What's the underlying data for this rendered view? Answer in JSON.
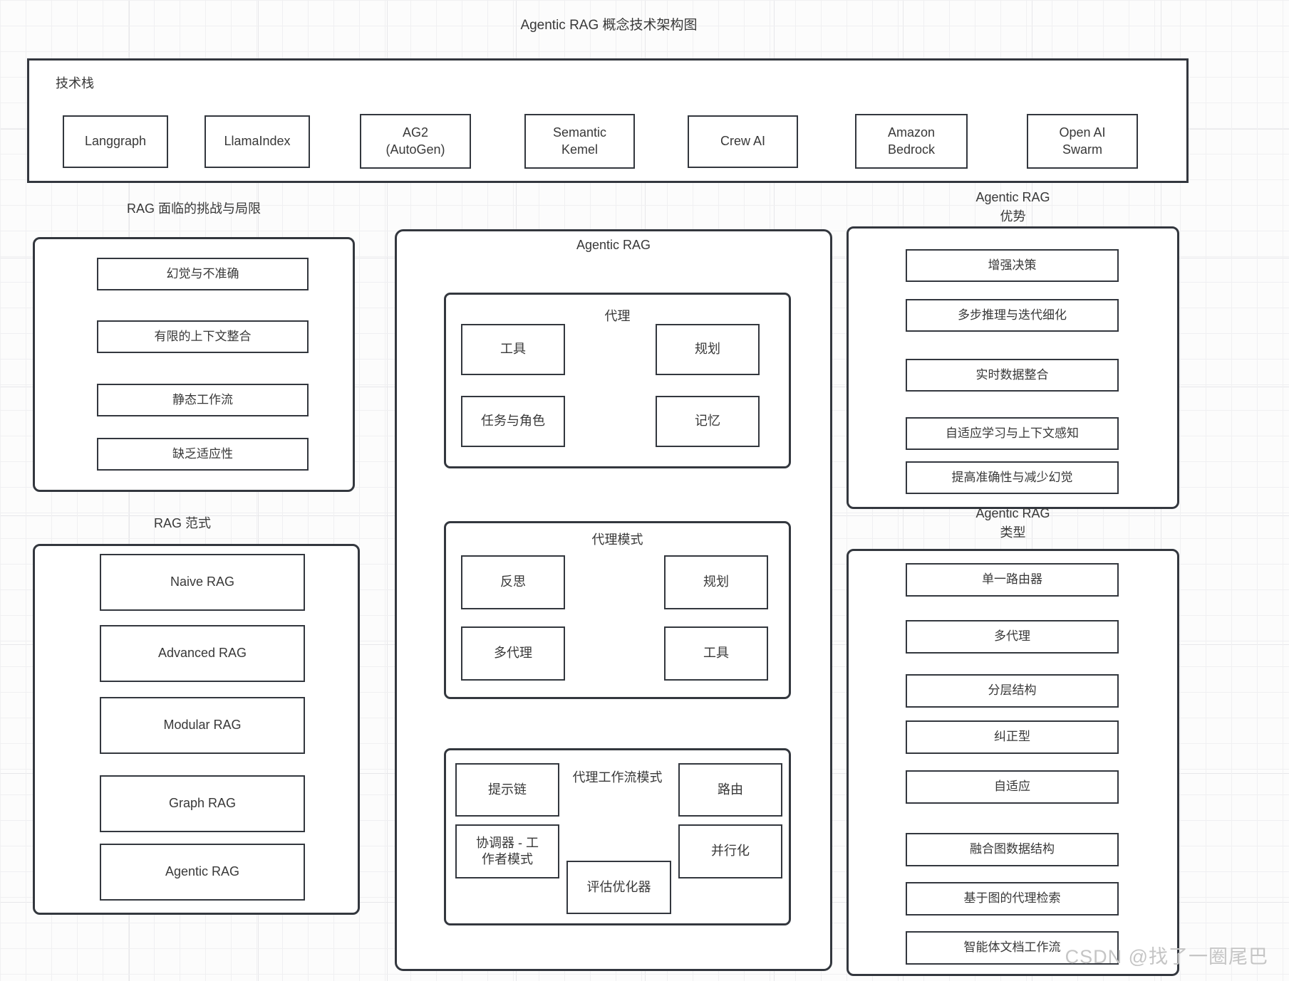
{
  "title": "Agentic RAG 概念技术架构图",
  "watermark": "CSDN @找了一圈尾巴",
  "tech_stack": {
    "label": "技术栈",
    "items": [
      "Langgraph",
      "LlamaIndex",
      "AG2\n(AutoGen)",
      "Semantic\nKemel",
      "Crew AI",
      "Amazon\nBedrock",
      "Open AI\nSwarm"
    ]
  },
  "challenges": {
    "label": "RAG 面临的挑战与局限",
    "items": [
      "幻觉与不准确",
      "有限的上下文整合",
      "静态工作流",
      "缺乏适应性"
    ]
  },
  "paradigms": {
    "label": "RAG 范式",
    "items": [
      "Naive RAG",
      "Advanced RAG",
      "Modular RAG",
      "Graph RAG",
      "Agentic RAG"
    ]
  },
  "agentic_rag": {
    "label": "Agentic RAG",
    "agent": {
      "label": "代理",
      "items": [
        "工具",
        "规划",
        "任务与角色",
        "记忆"
      ]
    },
    "agent_patterns": {
      "label": "代理模式",
      "items": [
        "反思",
        "规划",
        "多代理",
        "工具"
      ]
    },
    "workflow_patterns": {
      "label": "代理工作流模式",
      "items": [
        "提示链",
        "路由",
        "协调器 - 工\n作者模式",
        "并行化",
        "评估优化器"
      ]
    }
  },
  "advantages": {
    "label": "Agentic RAG\n优势",
    "items": [
      "增强决策",
      "多步推理与迭代细化",
      "实时数据整合",
      "自适应学习与上下文感知",
      "提高准确性与减少幻觉"
    ]
  },
  "types": {
    "label": "Agentic RAG\n类型",
    "items": [
      "单一路由器",
      "多代理",
      "分层结构",
      "纠正型",
      "自适应",
      "融合图数据结构",
      "基于图的代理检索",
      "智能体文档工作流"
    ]
  }
}
